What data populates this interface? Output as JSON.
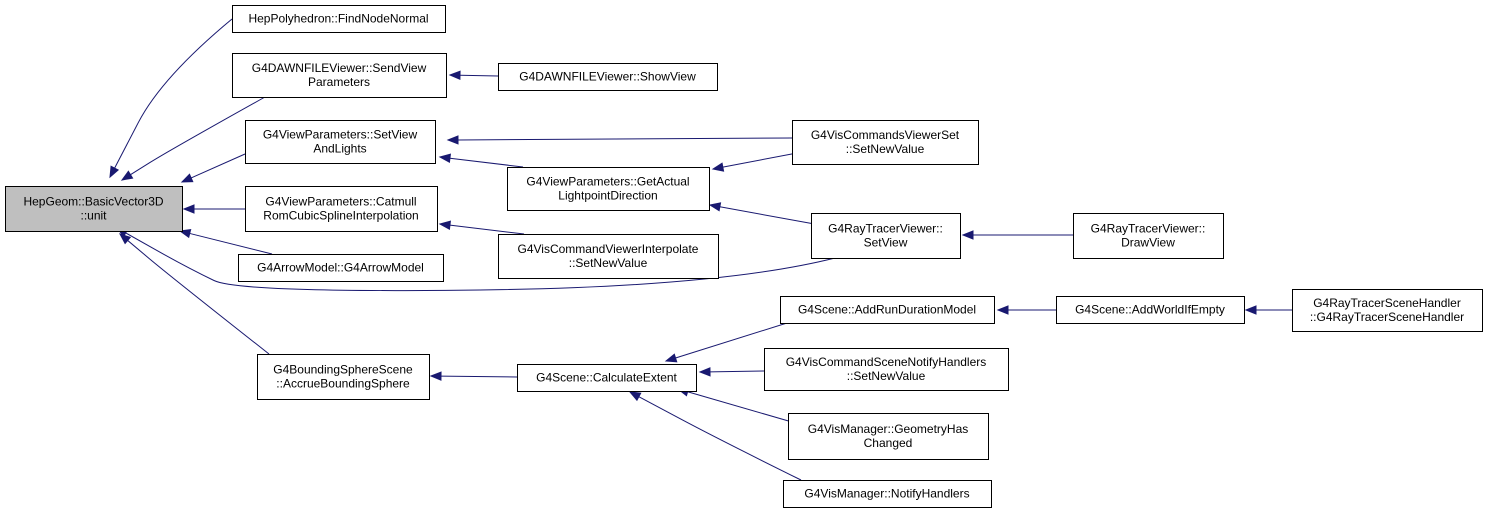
{
  "diagram": {
    "type": "caller-graph",
    "colors": {
      "edge": "#191970",
      "root_fill": "#bfbfbf",
      "node_fill": "#ffffff",
      "node_stroke": "#000000"
    },
    "nodes": [
      {
        "id": "unit",
        "lines": [
          "HepGeom::BasicVector3D",
          "::unit"
        ],
        "root": true
      },
      {
        "id": "findnodenormal",
        "lines": [
          "HepPolyhedron::FindNodeNormal"
        ]
      },
      {
        "id": "sendviewparams",
        "lines": [
          "G4DAWNFILEViewer::SendView",
          "Parameters"
        ]
      },
      {
        "id": "dawnshowview",
        "lines": [
          "G4DAWNFILEViewer::ShowView"
        ]
      },
      {
        "id": "setviewandlights",
        "lines": [
          "G4ViewParameters::SetView",
          "AndLights"
        ]
      },
      {
        "id": "catmull",
        "lines": [
          "G4ViewParameters::Catmull",
          "RomCubicSplineInterpolation"
        ]
      },
      {
        "id": "arrowmodel",
        "lines": [
          "G4ArrowModel::G4ArrowModel"
        ]
      },
      {
        "id": "bsphere",
        "lines": [
          "G4BoundingSphereScene",
          "::AccrueBoundingSphere"
        ]
      },
      {
        "id": "getactual",
        "lines": [
          "G4ViewParameters::GetActual",
          "LightpointDirection"
        ]
      },
      {
        "id": "interpolate",
        "lines": [
          "G4VisCommandViewerInterpolate",
          "::SetNewValue"
        ]
      },
      {
        "id": "calcextent",
        "lines": [
          "G4Scene::CalculateExtent"
        ]
      },
      {
        "id": "viewerset",
        "lines": [
          "G4VisCommandsViewerSet",
          "::SetNewValue"
        ]
      },
      {
        "id": "rtsetview",
        "lines": [
          "G4RayTracerViewer::",
          "SetView"
        ]
      },
      {
        "id": "addrun",
        "lines": [
          "G4Scene::AddRunDurationModel"
        ]
      },
      {
        "id": "scenenotify",
        "lines": [
          "G4VisCommandSceneNotifyHandlers",
          "::SetNewValue"
        ]
      },
      {
        "id": "geomchanged",
        "lines": [
          "G4VisManager::GeometryHas",
          "Changed"
        ]
      },
      {
        "id": "notifyhandlers",
        "lines": [
          "G4VisManager::NotifyHandlers"
        ]
      },
      {
        "id": "drawview",
        "lines": [
          "G4RayTracerViewer::",
          "DrawView"
        ]
      },
      {
        "id": "addworld",
        "lines": [
          "G4Scene::AddWorldIfEmpty"
        ]
      },
      {
        "id": "rtscenehandler",
        "lines": [
          "G4RayTracerSceneHandler",
          "::G4RayTracerSceneHandler"
        ]
      }
    ],
    "edges": [
      {
        "from": "findnodenormal",
        "to": "unit"
      },
      {
        "from": "sendviewparams",
        "to": "unit"
      },
      {
        "from": "setviewandlights",
        "to": "unit"
      },
      {
        "from": "catmull",
        "to": "unit"
      },
      {
        "from": "arrowmodel",
        "to": "unit"
      },
      {
        "from": "rtsetview",
        "to": "unit"
      },
      {
        "from": "bsphere",
        "to": "unit"
      },
      {
        "from": "dawnshowview",
        "to": "sendviewparams"
      },
      {
        "from": "viewerset",
        "to": "setviewandlights"
      },
      {
        "from": "getactual",
        "to": "setviewandlights"
      },
      {
        "from": "interpolate",
        "to": "catmull"
      },
      {
        "from": "calcextent",
        "to": "bsphere"
      },
      {
        "from": "viewerset",
        "to": "getactual"
      },
      {
        "from": "rtsetview",
        "to": "getactual"
      },
      {
        "from": "drawview",
        "to": "rtsetview"
      },
      {
        "from": "addrun",
        "to": "calcextent"
      },
      {
        "from": "scenenotify",
        "to": "calcextent"
      },
      {
        "from": "geomchanged",
        "to": "calcextent"
      },
      {
        "from": "notifyhandlers",
        "to": "calcextent"
      },
      {
        "from": "addworld",
        "to": "addrun"
      },
      {
        "from": "rtscenehandler",
        "to": "addworld"
      }
    ]
  }
}
